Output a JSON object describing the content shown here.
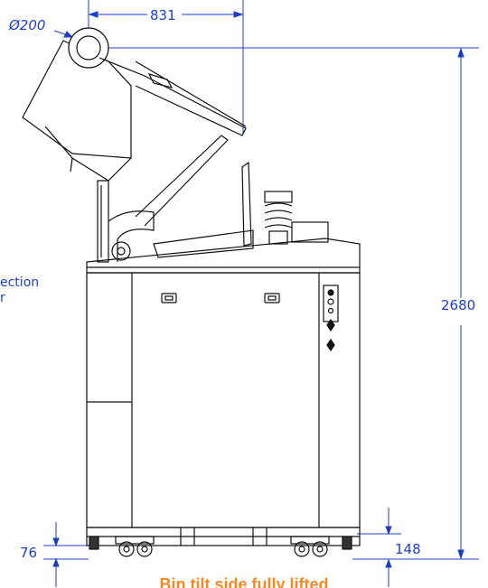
{
  "dimensions": {
    "diameter": "Ø200",
    "reach": "831",
    "height": "2680",
    "foot_height": "76",
    "base_height": "148"
  },
  "side_note": {
    "line1": "ection",
    "line2": "r"
  },
  "caption": "Bin tilt side fully lifted",
  "colors": {
    "dimension": "#1f3fbf",
    "outline": "#111111",
    "caption": "#f08a24"
  }
}
